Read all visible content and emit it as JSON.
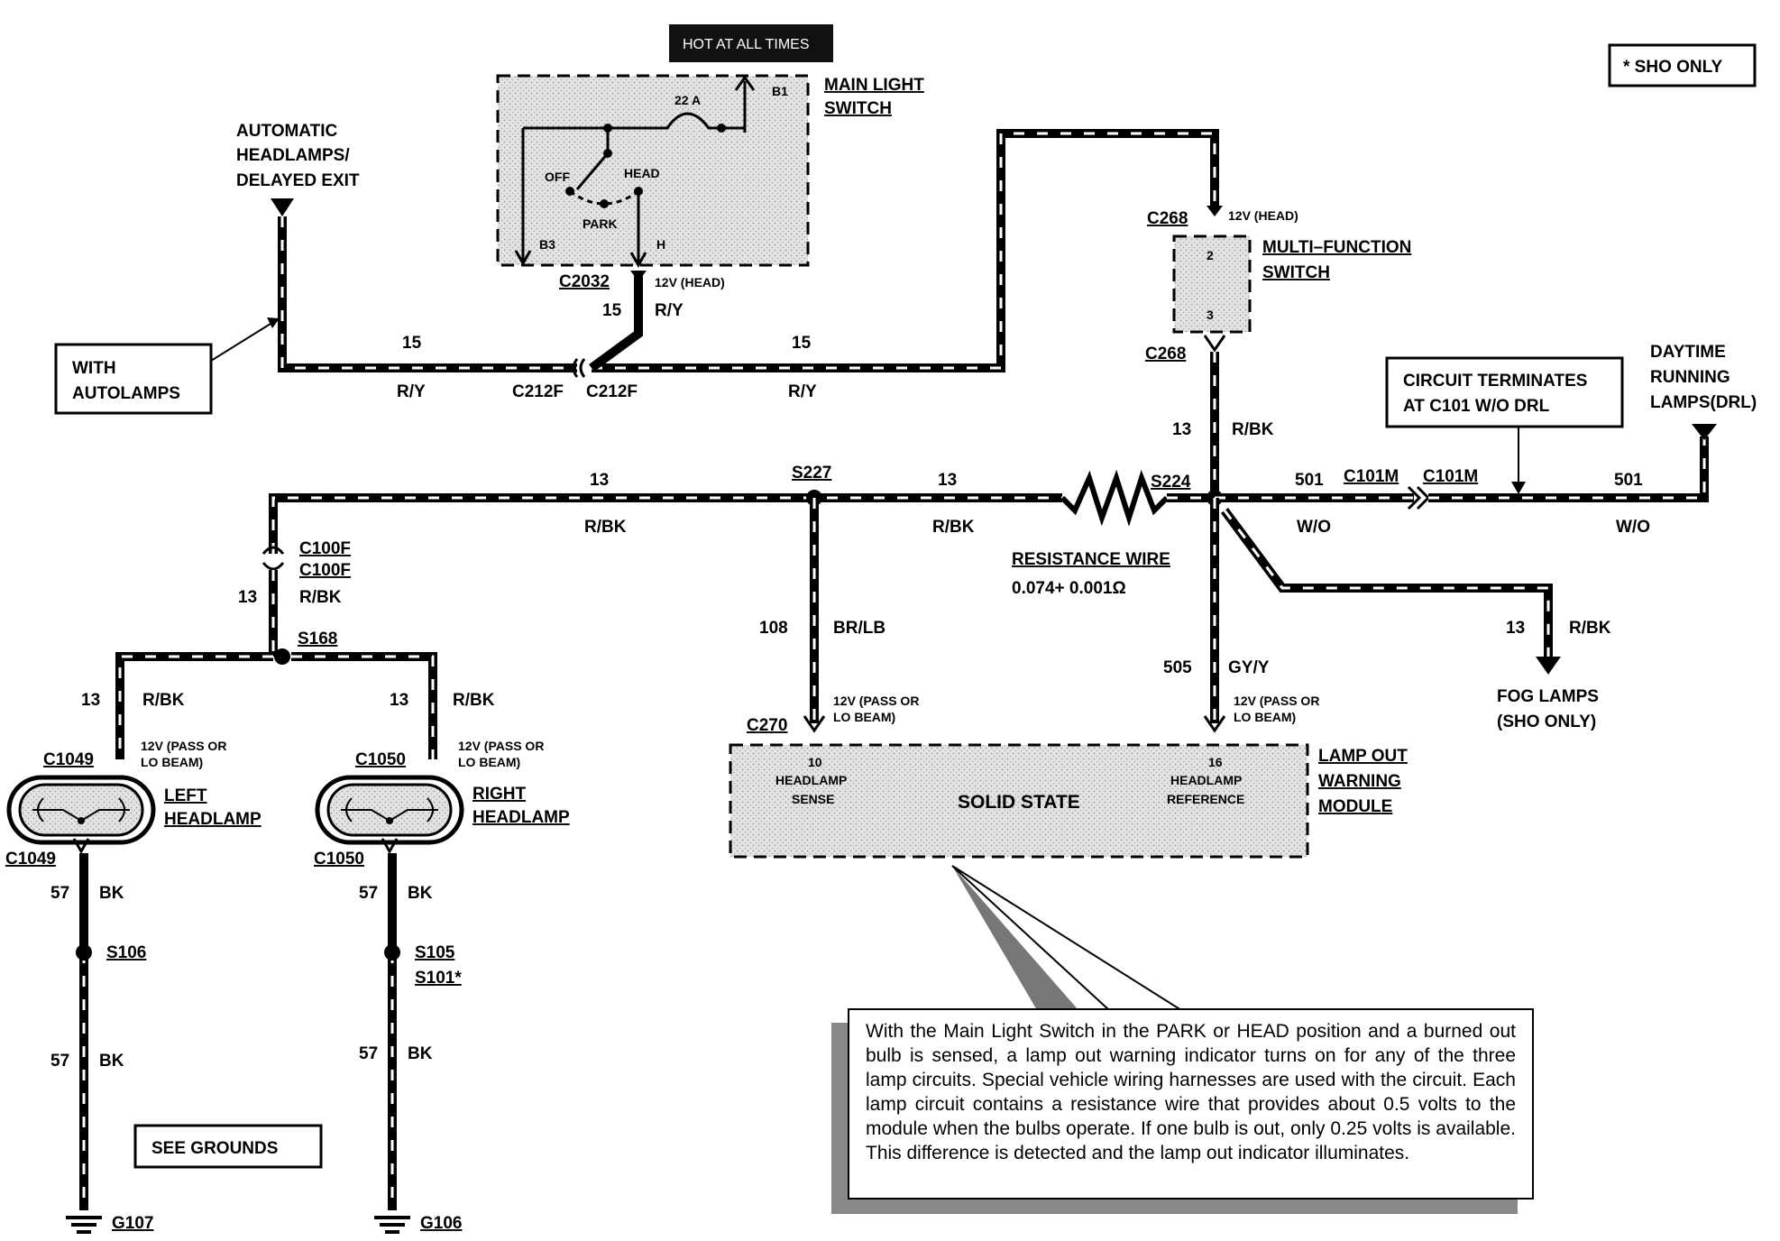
{
  "sho_note": "* SHO ONLY",
  "hot_label": "HOT AT ALL TIMES",
  "main_light_switch": {
    "title_line1": "MAIN LIGHT",
    "title_line2": "SWITCH",
    "fuse": "22 A",
    "pin_b1": "B1",
    "pin_b3": "B3",
    "pin_h": "H",
    "pos_off": "OFF",
    "pos_head": "HEAD",
    "pos_park": "PARK"
  },
  "autolamps": {
    "title_line1": "AUTOMATIC",
    "title_line2": "HEADLAMPS/",
    "title_line3": "DELAYED EXIT",
    "with_line1": "WITH",
    "with_line2": "AUTOLAMPS"
  },
  "top_wires": {
    "c2032": "C2032",
    "c2032_volt": "12V (HEAD)",
    "c2032_circuit": "15",
    "c2032_color": "R/Y",
    "left_circuit": "15",
    "left_color": "R/Y",
    "right_circuit": "15",
    "right_color": "R/Y",
    "c212f_left": "C212F",
    "c212f_right": "C212F"
  },
  "multi_function": {
    "title_line1": "MULTI–FUNCTION",
    "title_line2": "SWITCH",
    "c268_top": "C268",
    "c268_volt": "12V (HEAD)",
    "c268_bottom": "C268",
    "pin2": "2",
    "pin3": "3",
    "circuit": "13",
    "color": "R/BK"
  },
  "drl": {
    "circuit_note_line1": "CIRCUIT TERMINATES",
    "circuit_note_line2": "AT  C101 W/O DRL",
    "title_line1": "DAYTIME",
    "title_line2": "RUNNING",
    "title_line3": "LAMPS(DRL)",
    "c101m_left": "C101M",
    "c101m_right": "C101M",
    "circuit_left": "501",
    "color_left": "W/O",
    "circuit_right": "501",
    "color_right": "W/O"
  },
  "mid_bus": {
    "s227": "S227",
    "s224": "S224",
    "left_circuit": "13",
    "left_color": "R/BK",
    "mid_circuit": "13",
    "mid_color": "R/BK",
    "resistance_title": "RESISTANCE WIRE",
    "resistance_value": "0.074+ 0.001Ω"
  },
  "fog": {
    "circuit": "13",
    "color": "R/BK",
    "title_line1": "FOG LAMPS",
    "title_line2": "(SHO ONLY)"
  },
  "headlamps": {
    "c100f_1": "C100F",
    "c100f_2": "C100F",
    "feed_circuit": "13",
    "feed_color": "R/BK",
    "s168": "S168",
    "left_circuit": "13",
    "left_color": "R/BK",
    "right_circuit": "13",
    "right_color": "R/BK",
    "left_volt_line1": "12V (PASS OR",
    "left_volt_line2": "LO BEAM)",
    "right_volt_line1": "12V (PASS OR",
    "right_volt_line2": "LO BEAM)",
    "left_conn_top": "C1049",
    "left_conn_bottom": "C1049",
    "right_conn_top": "C1050",
    "right_conn_bottom": "C1050",
    "left_title_line1": "LEFT",
    "left_title_line2": "HEADLAMP",
    "right_title_line1": "RIGHT",
    "right_title_line2": "HEADLAMP"
  },
  "grounds": {
    "left_upper_circuit": "57",
    "left_upper_color": "BK",
    "left_lower_circuit": "57",
    "left_lower_color": "BK",
    "right_upper_circuit": "57",
    "right_upper_color": "BK",
    "right_lower_circuit": "57",
    "right_lower_color": "BK",
    "s106": "S106",
    "s105": "S105",
    "s101": "S101*",
    "see_grounds": "SEE GROUNDS",
    "g107": "G107",
    "g106": "G106"
  },
  "module": {
    "c270": "C270",
    "sense_circuit": "108",
    "sense_color": "BR/LB",
    "sense_volt_line1": "12V (PASS OR",
    "sense_volt_line2": "LO BEAM)",
    "ref_circuit": "505",
    "ref_color": "GY/Y",
    "ref_volt_line1": "12V (PASS OR",
    "ref_volt_line2": "LO BEAM)",
    "pin10": "10",
    "pin10_line1": "HEADLAMP",
    "pin10_line2": "SENSE",
    "pin16": "16",
    "pin16_line1": "HEADLAMP",
    "pin16_line2": "REFERENCE",
    "center": "SOLID STATE",
    "title_line1": "LAMP OUT",
    "title_line2": "WARNING",
    "title_line3": "MODULE"
  },
  "note": "With the Main Light Switch in the PARK or HEAD position and a burned out bulb is sensed, a lamp out warning indicator turns on for any of the three lamp circuits.  Special vehicle wiring harnesses are used with the circuit. Each lamp circuit contains a resistance wire that provides about 0.5 volts to the module when the bulbs operate. If one bulb is out, only 0.25 volts is available. This difference is detected and the lamp out indicator  illuminates."
}
